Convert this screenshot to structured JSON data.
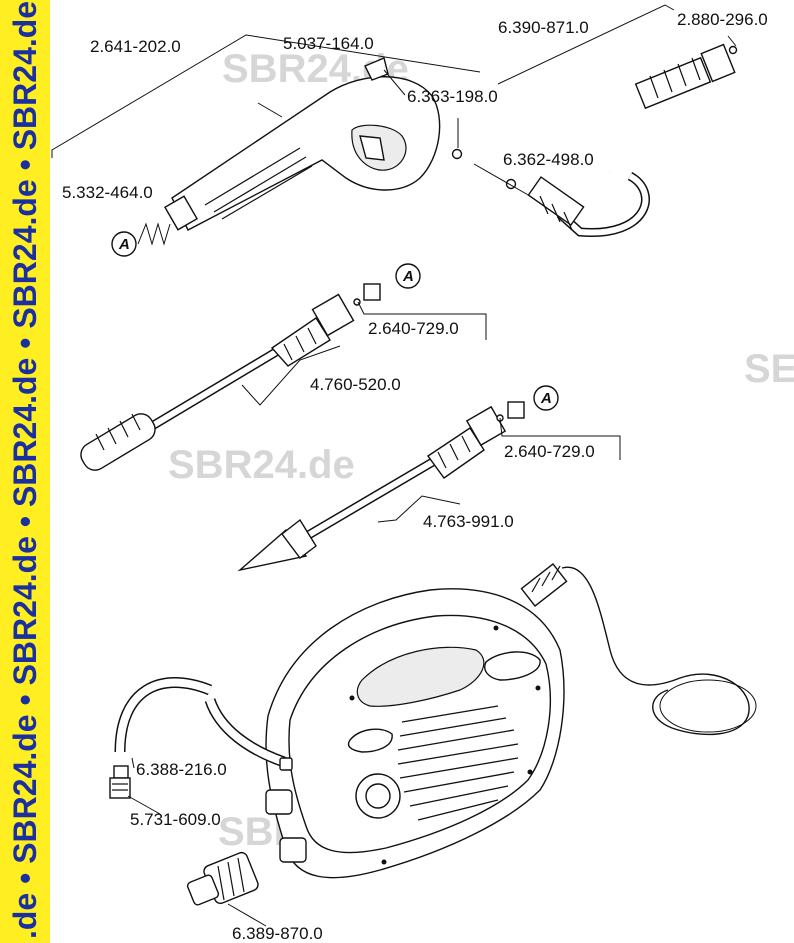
{
  "side_band": {
    "text": ".de • SBR24.de • SBR24.de • SBR24.de • SBR24.de • SBR24.de • SE",
    "background": "#ffee22",
    "text_color": "#1a2fa0"
  },
  "watermark": {
    "text": "SBR24.de",
    "clipped_text": "SE"
  },
  "callout_marker": "A",
  "part_numbers": {
    "gun": "2.641-202.0",
    "clip": "5.037-164.0",
    "hose": "6.390-871.0",
    "hose_fitting": "2.880-296.0",
    "o_ring_gun": "6.363-198.0",
    "o_ring_hose": "6.362-498.0",
    "spring": "5.332-464.0",
    "nozzle_kit_1": "2.640-729.0",
    "spray_lance": "4.760-520.0",
    "nozzle_kit_2": "2.640-729.0",
    "dirt_blaster": "4.763-991.0",
    "suction_hose": "6.388-216.0",
    "filter": "5.731-609.0",
    "coupling": "6.389-870.0"
  }
}
